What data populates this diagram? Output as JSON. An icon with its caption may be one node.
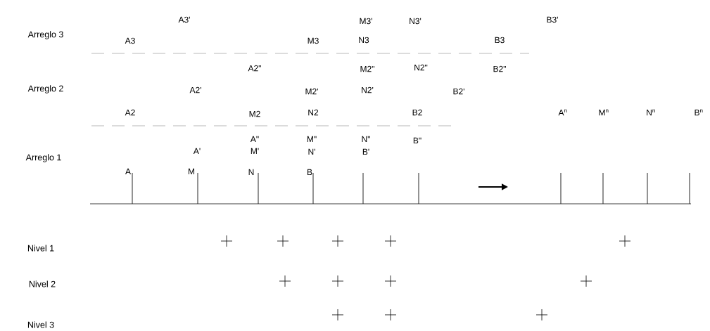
{
  "diagram": {
    "labels": [
      "Arreglo 3",
      "A3'",
      "A3",
      "M3",
      "M3'",
      "N3",
      "N3'",
      "B3",
      "B3'",
      "A2\"",
      "M2\"",
      "N2\"",
      "B2\"",
      "Arreglo 2",
      "A2'",
      "M2'",
      "N2'",
      "B2'",
      "A2",
      "M2",
      "N2",
      "B2",
      "A$^{n}$",
      "M$^{n}$",
      "N$^{n}$",
      "B$^{n}$",
      "A\"",
      "M\"",
      "N\"",
      "B\"",
      "Arreglo 1",
      "A'",
      "M'",
      "N'",
      "B'",
      "A",
      "M",
      "N",
      "B",
      "Nivel 1",
      "Nivel 2",
      "Nivel 3"
    ]
  }
}
